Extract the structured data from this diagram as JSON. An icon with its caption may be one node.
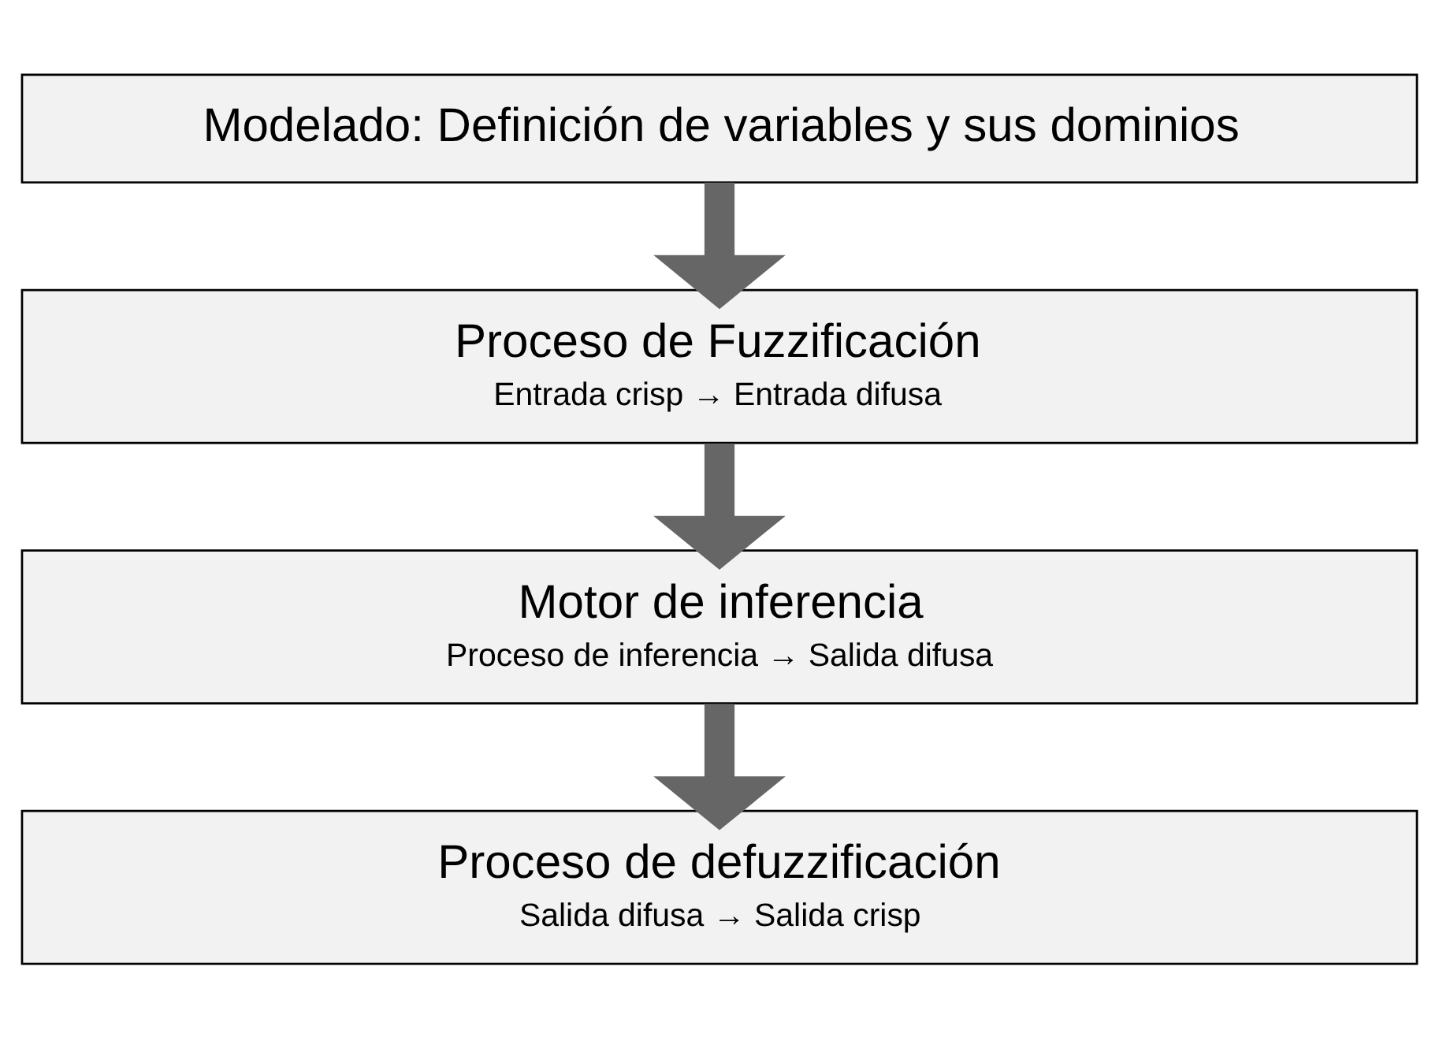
{
  "diagram": {
    "nodes": [
      {
        "text": [
          "Modelado: Definición de variables y sus dominios"
        ]
      },
      {
        "text": [
          "Proceso de Fuzzificación",
          "Entrada crisp → Entrada difusa"
        ]
      },
      {
        "text": [
          "Motor de inferencia",
          "Proceso de inferencia → Salida difusa"
        ]
      },
      {
        "text": [
          "Proceso de defuzzificación",
          "Salida difusa → Salida crisp"
        ]
      }
    ],
    "edges": [
      {
        "from": 0,
        "to": 1,
        "arrow": "to"
      },
      {
        "from": 1,
        "to": 2,
        "arrow": "to"
      },
      {
        "from": 2,
        "to": 3,
        "arrow": "to"
      }
    ]
  }
}
